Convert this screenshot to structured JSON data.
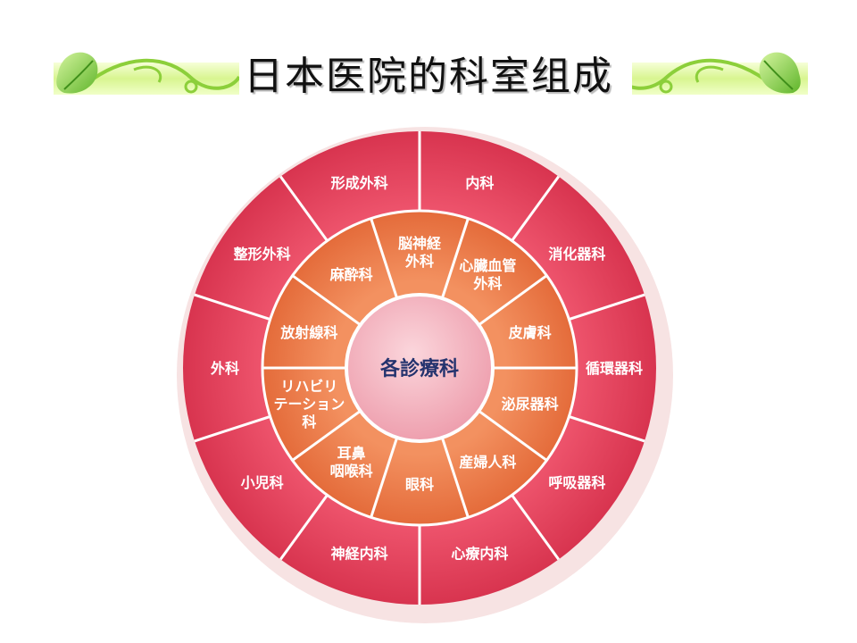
{
  "title": "日本医院的科室组成",
  "center": {
    "label": "各診療科"
  },
  "outer_ring": [
    [
      "内科"
    ],
    [
      "消化器科"
    ],
    [
      "循環器科"
    ],
    [
      "呼吸器科"
    ],
    [
      "心療内科"
    ],
    [
      "神経内科"
    ],
    [
      "小児科"
    ],
    [
      "外科"
    ],
    [
      "整形外科"
    ],
    [
      "形成外科"
    ]
  ],
  "inner_ring": [
    [
      "脳神経",
      "外科"
    ],
    [
      "心臓血管",
      "外科"
    ],
    [
      "皮膚科"
    ],
    [
      "泌尿器科"
    ],
    [
      "産婦人科"
    ],
    [
      "眼科"
    ],
    [
      "耳鼻",
      "咽喉科"
    ],
    [
      "リハビリ",
      "テーション",
      "科"
    ],
    [
      "放射線科"
    ],
    [
      "麻酔科"
    ]
  ],
  "colors": {
    "outer": "#ef4a63",
    "inner": "#f0814d",
    "center": "#f2b2bd",
    "divider": "#ffffff",
    "vine": "#8ccf3a",
    "banner_stripe": "#dff7a0"
  }
}
